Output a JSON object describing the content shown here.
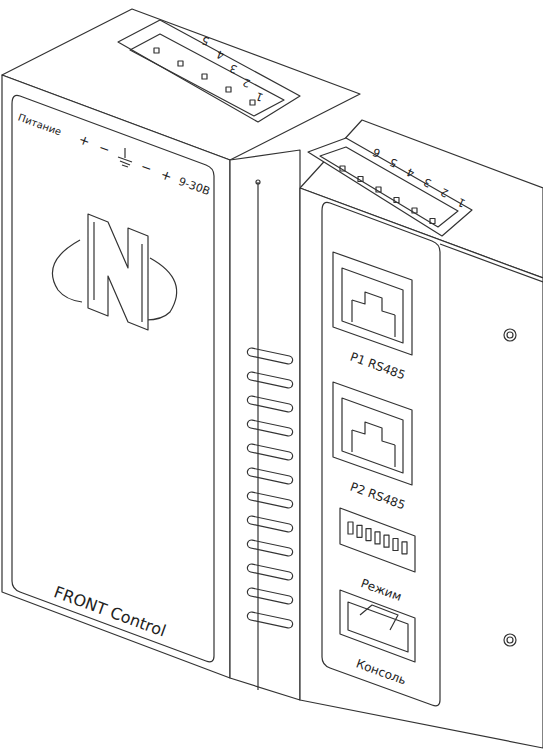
{
  "diagram": {
    "labels": [
      "5",
      "4",
      "3",
      "2",
      "1",
      "6",
      "5",
      "4",
      "3",
      "2",
      "1",
      "Питание",
      "+",
      "−",
      "−",
      "+",
      "9-30В",
      "FRONT Control",
      "P1 RS485",
      "P2 RS485",
      "Режим",
      "Консоль"
    ]
  }
}
